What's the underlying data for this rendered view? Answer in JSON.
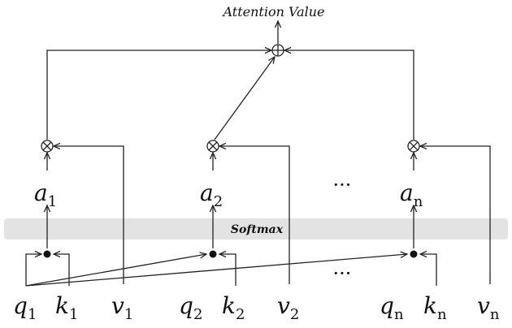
{
  "title": "Attention Value",
  "softmax_label": "Softmax",
  "ellipsis": "···",
  "attention_weights": [
    {
      "base": "a",
      "sub": "1"
    },
    {
      "base": "a",
      "sub": "2"
    },
    {
      "base": "a",
      "sub": "n"
    }
  ],
  "inputs": [
    {
      "base": "q",
      "sub": "1"
    },
    {
      "base": "k",
      "sub": "1"
    },
    {
      "base": "v",
      "sub": "1"
    },
    {
      "base": "q",
      "sub": "2"
    },
    {
      "base": "k",
      "sub": "2"
    },
    {
      "base": "v",
      "sub": "2"
    },
    {
      "base": "q",
      "sub": "n"
    },
    {
      "base": "k",
      "sub": "n"
    },
    {
      "base": "v",
      "sub": "n"
    }
  ],
  "colors": {
    "line": "#222222",
    "softmax_band": "#e3e3e3"
  }
}
